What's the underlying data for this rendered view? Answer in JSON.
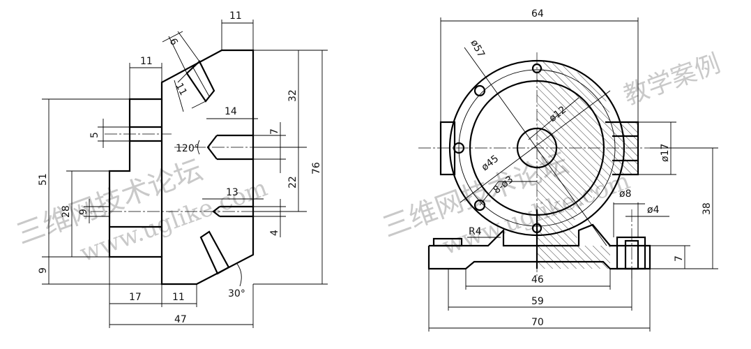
{
  "watermark": {
    "left_text": "三维网技术论坛",
    "left_url": "www.uglike.com",
    "right_text": "三维网技术论坛",
    "right_url": "www.uglike.com",
    "corner_text": "教学案例"
  },
  "left_view": {
    "dims": {
      "top_11": "11",
      "upper_11": "11",
      "slot_6": "6",
      "slot_11": "11",
      "d14": "14",
      "d5": "5",
      "d7": "7",
      "d32": "32",
      "angle120": "120°",
      "d22": "22",
      "d76": "76",
      "d51": "51",
      "d13": "13",
      "d28": "28",
      "d9_inner": "9",
      "d4": "4",
      "d9_bottom": "9",
      "angle30": "30°",
      "d17": "17",
      "bottom_11": "11",
      "d47": "47"
    }
  },
  "right_view": {
    "dims": {
      "d64": "64",
      "phi57": "ø57",
      "phi12": "ø12",
      "phi45": "ø45",
      "holes": "8-ø3",
      "phi17": "ø17",
      "phi8": "ø8",
      "phi4": "ø4",
      "r4": "R4",
      "d38": "38",
      "d7": "7",
      "d46": "46",
      "d59": "59",
      "d70": "70"
    }
  }
}
